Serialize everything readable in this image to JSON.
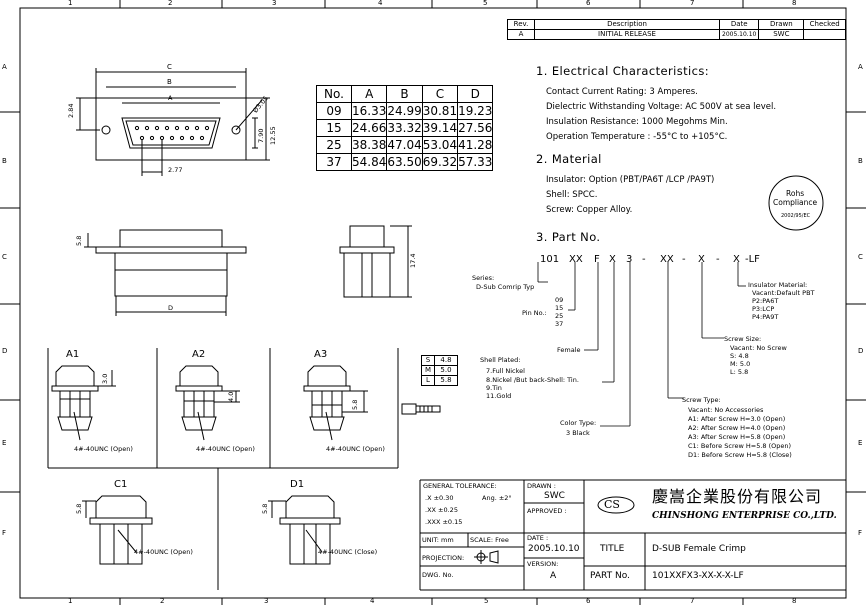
{
  "border": {
    "cols_top": [
      "1",
      "2",
      "3",
      "4",
      "5",
      "6",
      "7",
      "8"
    ],
    "cols_bottom": [
      "1",
      "2",
      "3",
      "4",
      "5",
      "6",
      "7",
      "8"
    ],
    "rows": [
      "A",
      "B",
      "C",
      "D",
      "E",
      "F"
    ]
  },
  "revision": {
    "headers": [
      "Rev.",
      "Description",
      "Date",
      "Drawn",
      "Checked"
    ],
    "row": [
      "A",
      "INITIAL RELEASE",
      "2005.10.10",
      "SWC",
      ""
    ]
  },
  "dims_top": {
    "C": "C",
    "B": "B",
    "A": "A",
    "d284": "2.84",
    "d305": "Ø3.05",
    "d790": "7.90",
    "d1255": "12.55",
    "d277": "2.77"
  },
  "dims_side": {
    "d58": "5.8",
    "D": "D",
    "d174": "17.4"
  },
  "dim_table": {
    "headers": [
      "No.",
      "A",
      "B",
      "C",
      "D"
    ],
    "rows": [
      [
        "09",
        "16.33",
        "24.99",
        "30.81",
        "19.23"
      ],
      [
        "15",
        "24.66",
        "33.32",
        "39.14",
        "27.56"
      ],
      [
        "25",
        "38.38",
        "47.04",
        "53.04",
        "41.28"
      ],
      [
        "37",
        "54.84",
        "63.50",
        "69.32",
        "57.33"
      ]
    ]
  },
  "electrical": {
    "title": "1. Electrical Characteristics:",
    "lines": [
      "Contact Current Rating: 3 Amperes.",
      "Dielectric Withstanding Voltage: AC 500V at sea level.",
      "Insulation Resistance: 1000 Megohms Min.",
      "Operation Temperature : -55°C to +105°C."
    ]
  },
  "material": {
    "title": "2. Material",
    "lines": [
      "Insulator: Option (PBT/PA6T /LCP /PA9T)",
      "Shell: SPCC.",
      "Screw: Copper Alloy."
    ]
  },
  "rohs": {
    "line1": "Rohs",
    "line2": "Compliance",
    "line3": "2002/95/EC"
  },
  "part": {
    "title": "3. Part No.",
    "code": [
      "101",
      "XX",
      "F",
      "X",
      "3",
      "-",
      "XX",
      "-",
      "X",
      "-",
      "X",
      "-LF"
    ],
    "series_label": "Series:",
    "series_value": "D-Sub Comrip Typ",
    "pin_label": "Pin No.:",
    "pin_values": [
      "09",
      "15",
      "25",
      "37"
    ],
    "female": "Female",
    "shell_title": "Shell Plated:",
    "shell_lines": [
      "7.Full Nickel",
      "8.Nickel /But back-Shell: Tin.",
      "9.Tin",
      "11.Gold"
    ],
    "color_title": "Color Type:",
    "color_value": "3 Black",
    "screw_type_title": "Screw Type:",
    "screw_type_lines": [
      "Vacant: No Accessories",
      "A1: After Screw H=3.0 (Open)",
      "A2: After Screw H=4.0 (Open)",
      "A3: After Screw H=5.8 (Open)",
      "C1: Before Screw H=5.8 (Open)",
      "D1: Before Screw H=5.8 (Close)"
    ],
    "screw_size_title": "Screw Size:",
    "screw_size_lines": [
      "Vacant: No Screw",
      "S: 4.8",
      "M: 5.0",
      "L: 5.8"
    ],
    "insulator_title": "Insulator Material:",
    "insulator_lines": [
      "Vacant:Default PBT",
      "P2:PA6T",
      "P3:LCP",
      "P4:PA9T"
    ]
  },
  "screw_box": {
    "rows": [
      [
        "S",
        "4.8"
      ],
      [
        "M",
        "5.0"
      ],
      [
        "L",
        "5.8"
      ]
    ]
  },
  "variants": {
    "A1": {
      "label": "A1",
      "height": "3.0",
      "thread": "4#-40UNC (Open)"
    },
    "A2": {
      "label": "A2",
      "height": "4.0",
      "thread": "4#-40UNC (Open)"
    },
    "A3": {
      "label": "A3",
      "height": "5.8",
      "thread": "4#-40UNC (Open)"
    },
    "C1": {
      "label": "C1",
      "height": "5.8",
      "thread": "4#-40UNC (Open)"
    },
    "D1": {
      "label": "D1",
      "height": "5.8",
      "thread": "4#-40UNC (Close)"
    }
  },
  "title_block": {
    "gen_tol": "GENERAL TOLERANCE:",
    "tol_x": ".X ±0.30",
    "tol_xx": ".XX ±0.25",
    "tol_xxx": ".XXX ±0.15",
    "angle": "Ang. ±2°",
    "drawn_label": "DRAWN :",
    "drawn_value": "SWC",
    "approved_label": "APPROVED :",
    "unit": "UNIT: mm",
    "scale": "SCALE: Free",
    "projection": "PROJECTION:",
    "dwg": "DWG. No.",
    "date_label": "DATE :",
    "date_value": "2005.10.10",
    "version_label": "VERSION:",
    "version_value": "A",
    "logo_mark": "CS",
    "company_cn": "慶嵩企業股份有限公司",
    "company_en": "CHINSHONG ENTERPRISE CO.,LTD.",
    "title_label": "TITLE",
    "title_value": "D-SUB Female Crimp",
    "partno_label": "PART No.",
    "partno_value": "101XXFX3-XX-X-X-LF"
  }
}
